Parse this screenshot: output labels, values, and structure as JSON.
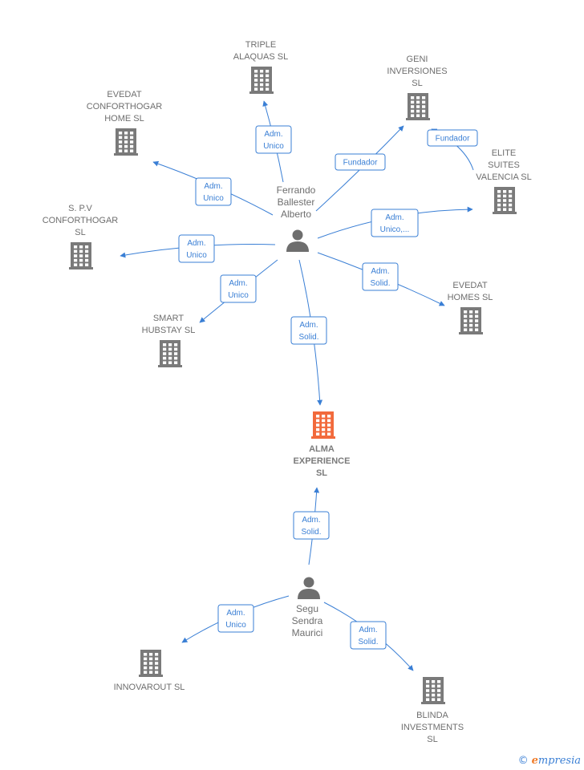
{
  "colors": {
    "edge": "#3a7fd5",
    "company": "#7a7a7a",
    "focus_company": "#f26a3c",
    "person": "#6e6e6e"
  },
  "companies": [
    {
      "id": "triple",
      "label": [
        "TRIPLE",
        "ALAQUAS SL"
      ],
      "focus": false
    },
    {
      "id": "geni",
      "label": [
        "GENI",
        "INVERSIONES",
        "SL"
      ],
      "focus": false
    },
    {
      "id": "evedat_home",
      "label": [
        "EVEDAT",
        "CONFORTHOGAR",
        "HOME  SL"
      ],
      "focus": false
    },
    {
      "id": "elite",
      "label": [
        "ELITE",
        "SUITES",
        "VALENCIA  SL"
      ],
      "focus": false
    },
    {
      "id": "spv",
      "label": [
        "S. P.V",
        "CONFORTHOGAR",
        "SL"
      ],
      "focus": false
    },
    {
      "id": "evedat_homes",
      "label": [
        "EVEDAT",
        "HOMES  SL"
      ],
      "focus": false
    },
    {
      "id": "smart",
      "label": [
        "SMART",
        "HUBSTAY  SL"
      ],
      "focus": false
    },
    {
      "id": "alma",
      "label": [
        "ALMA",
        "EXPERIENCE",
        "SL"
      ],
      "focus": true
    },
    {
      "id": "innovarout",
      "label": [
        "INNOVAROUT SL"
      ],
      "focus": false
    },
    {
      "id": "blinda",
      "label": [
        "BLINDA",
        "INVESTMENTS",
        "SL"
      ],
      "focus": false
    }
  ],
  "persons": [
    {
      "id": "ferrando",
      "label": [
        "Ferrando",
        "Ballester",
        "Alberto"
      ]
    },
    {
      "id": "segu",
      "label": [
        "Segu",
        "Sendra",
        "Maurici"
      ]
    }
  ],
  "edges": [
    {
      "from": "ferrando",
      "to": "triple",
      "label": [
        "Adm.",
        "Unico"
      ]
    },
    {
      "from": "ferrando",
      "to": "geni",
      "label": [
        "Fundador"
      ]
    },
    {
      "from": "elite",
      "to": "geni",
      "label": [
        "Fundador"
      ]
    },
    {
      "from": "ferrando",
      "to": "evedat_home",
      "label": [
        "Adm.",
        "Unico"
      ]
    },
    {
      "from": "ferrando",
      "to": "elite",
      "label": [
        "Adm.",
        "Unico,..."
      ]
    },
    {
      "from": "ferrando",
      "to": "spv",
      "label": [
        "Adm.",
        "Unico"
      ]
    },
    {
      "from": "ferrando",
      "to": "smart",
      "label": [
        "Adm.",
        "Unico"
      ]
    },
    {
      "from": "ferrando",
      "to": "evedat_homes",
      "label": [
        "Adm.",
        "Solid."
      ]
    },
    {
      "from": "ferrando",
      "to": "alma",
      "label": [
        "Adm.",
        "Solid."
      ]
    },
    {
      "from": "segu",
      "to": "alma",
      "label": [
        "Adm.",
        "Solid."
      ]
    },
    {
      "from": "segu",
      "to": "innovarout",
      "label": [
        "Adm.",
        "Unico"
      ]
    },
    {
      "from": "segu",
      "to": "blinda",
      "label": [
        "Adm.",
        "Solid."
      ]
    }
  ],
  "brand": {
    "copyright": "©",
    "initial": "e",
    "rest": "mpresia"
  }
}
